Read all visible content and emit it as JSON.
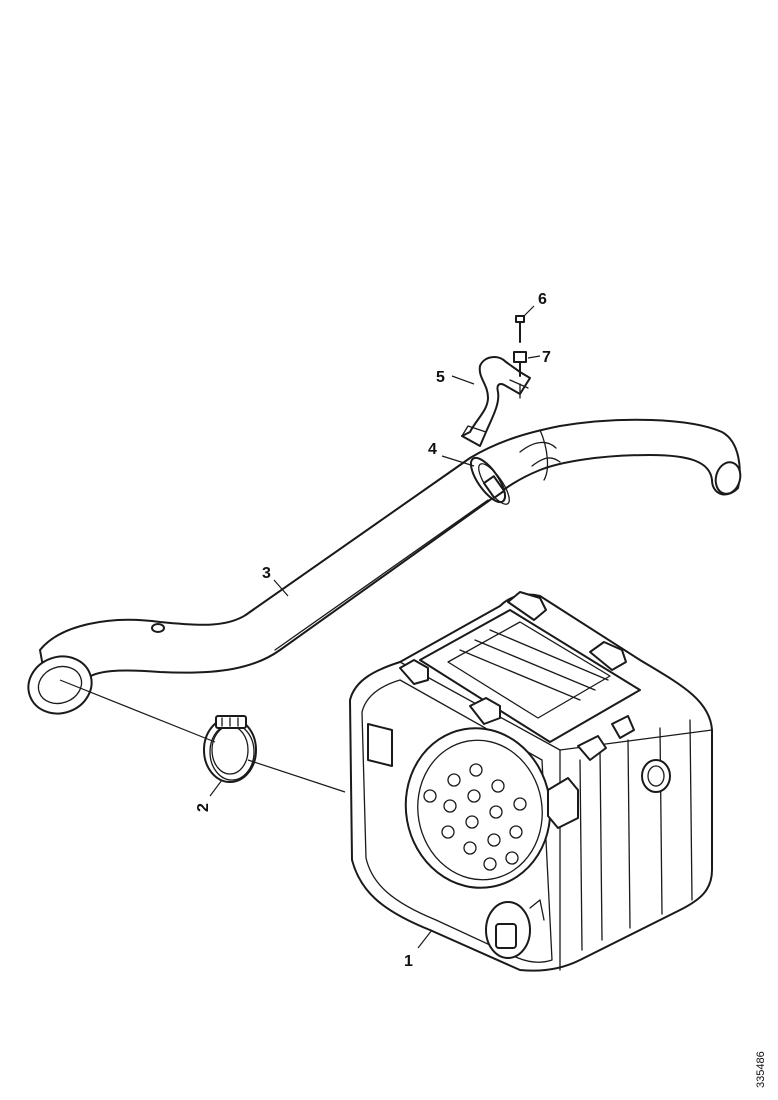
{
  "callouts": [
    {
      "id": "1",
      "label": "1",
      "part": "muffler-silencer"
    },
    {
      "id": "2",
      "label": "2",
      "part": "hose-clamp"
    },
    {
      "id": "3",
      "label": "3",
      "part": "exhaust-pipe"
    },
    {
      "id": "4",
      "label": "4",
      "part": "pipe-clamp"
    },
    {
      "id": "5",
      "label": "5",
      "part": "bracket"
    },
    {
      "id": "6",
      "label": "6",
      "part": "bolt"
    },
    {
      "id": "7",
      "label": "7",
      "part": "washer-nut"
    }
  ],
  "figure_id": "335486"
}
